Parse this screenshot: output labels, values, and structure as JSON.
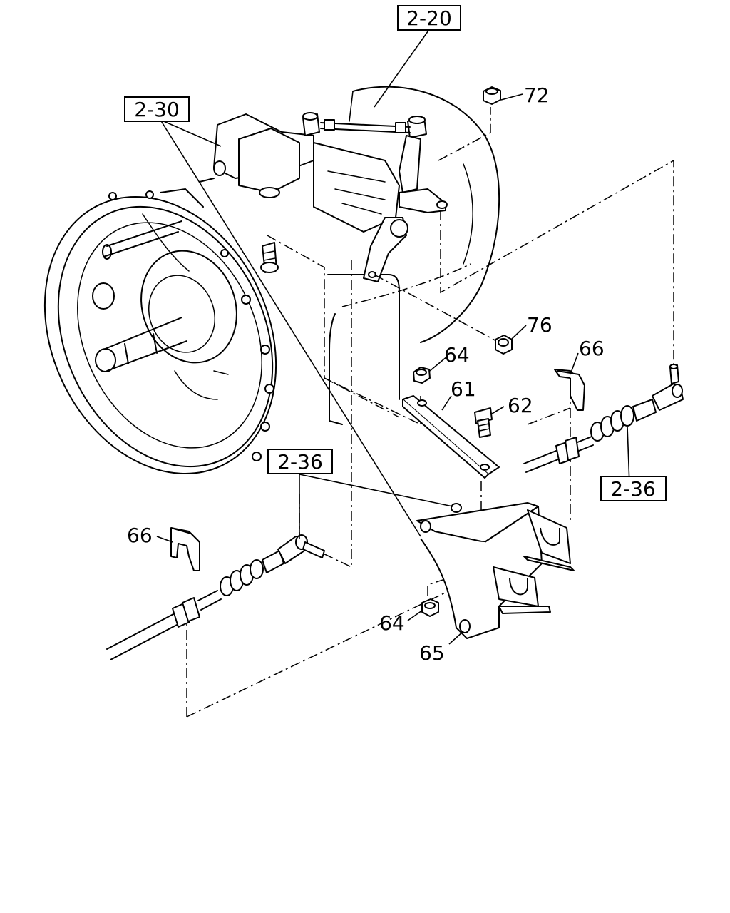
{
  "references": {
    "ref_2_20": "2-20",
    "ref_2_30": "2-30",
    "ref_2_36_left": "2-36",
    "ref_2_36_right": "2-36"
  },
  "callouts": {
    "c72": "72",
    "c76": "76",
    "c64_top": "64",
    "c61": "61",
    "c62": "62",
    "c66_right": "66",
    "c66_left": "66",
    "c64_bottom": "64",
    "c65": "65"
  }
}
